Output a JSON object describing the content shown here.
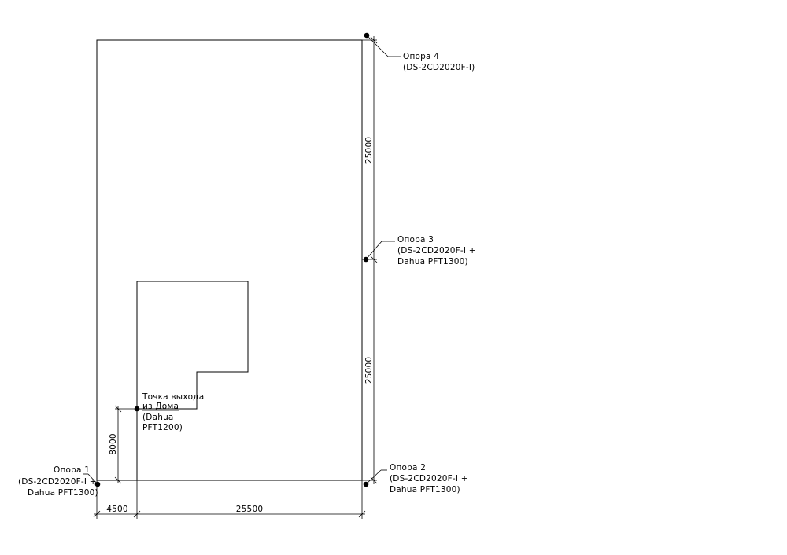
{
  "supports": {
    "s1": {
      "name": "Опора 1",
      "model_line1": "(DS-2CD2020F-I +",
      "model_line2": "Dahua PFT1300)"
    },
    "s2": {
      "name": "Опора 2",
      "model_line1": "(DS-2CD2020F-I +",
      "model_line2": "Dahua PFT1300)"
    },
    "s3": {
      "name": "Опора 3",
      "model_line1": "(DS-2CD2020F-I +",
      "model_line2": "Dahua PFT1300)"
    },
    "s4": {
      "name": "Опора 4",
      "model_line1": "(DS-2CD2020F-I)"
    }
  },
  "exit_point": {
    "line1": "Точка выхода",
    "line2": "из Дома",
    "line3": "(Dahua",
    "line4": "PFT1200)"
  },
  "dimensions": {
    "upper_right": "25000",
    "lower_right": "25000",
    "left_vertical": "8000",
    "bottom_left": "4500",
    "bottom_right": "25500"
  }
}
